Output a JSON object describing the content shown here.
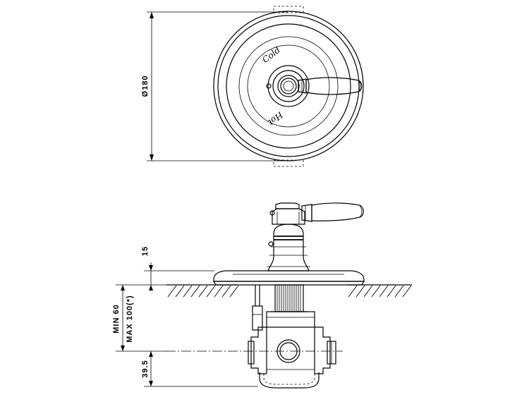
{
  "top_view": {
    "diameter_label": "Ø180",
    "cold_label": "Cold",
    "hot_label": "Hot"
  },
  "side_view": {
    "dim_height_label": "15",
    "dim_min_label": "MIN 60",
    "dim_max_label": "MAX 100(*)",
    "dim_center_label": "39.5"
  }
}
